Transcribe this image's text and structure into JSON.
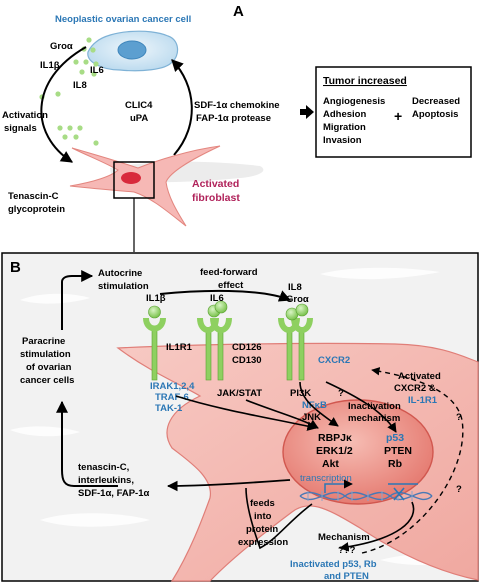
{
  "panel_a": {
    "label": "A",
    "cancer_cell": "Neoplastic ovarian cancer cell",
    "cytokines": [
      "Groα",
      "IL1β",
      "IL6",
      "IL8"
    ],
    "activation": [
      "Activation",
      "signals"
    ],
    "tenascin": [
      "Tenascin-C",
      "glycoprotein"
    ],
    "fibroblast": [
      "Activated",
      "fibroblast"
    ],
    "clic4": [
      "CLIC4",
      "uPA"
    ],
    "secreted": [
      "SDF-1α chemokine",
      "FAP-1α protease"
    ],
    "box": {
      "title": "Tumor increased",
      "left_items": [
        "Angiogenesis",
        "Adhesion",
        "Migration",
        "Invasion"
      ],
      "plus": "+",
      "right_items": [
        "Decreased",
        "Apoptosis"
      ]
    }
  },
  "panel_b": {
    "label": "B",
    "autocrine": [
      "Autocrine",
      "stimulation"
    ],
    "feedforward": [
      "feed-forward",
      "effect"
    ],
    "paracrine": [
      "Paracrine",
      "stimulation",
      "of ovarian",
      "cancer cells"
    ],
    "il1b": "IL1β",
    "il6": "IL6",
    "il8": [
      "IL8",
      "Groα"
    ],
    "il1r1": "IL1R1",
    "cd": [
      "CD126",
      "CD130"
    ],
    "cxcr2": "CXCR2",
    "irak": [
      "IRAK1,2,4",
      "TRAF-6",
      "TAK-1"
    ],
    "jakstat": "JAK/STAT",
    "pi3k": "PI3K",
    "nfkb": "NFκB",
    "jnk": "JNK",
    "question": "?",
    "inactivation": [
      "Inactivation",
      "mechanism"
    ],
    "activated_cxcr2": [
      "Activated",
      "CXCR2 &"
    ],
    "il1r1_blue": "IL-1R1",
    "nucleus_left": [
      "RBPJκ",
      "ERK1/2",
      "Akt"
    ],
    "p53": "p53",
    "nucleus_right": [
      "PTEN",
      "Rb"
    ],
    "transcription": "transcription",
    "secretes": [
      "tenascin-C,",
      "interleukins,",
      "SDF-1α, FAP-1α"
    ],
    "feeds": [
      "feeds",
      "into",
      "protein",
      "expression"
    ],
    "mechanism": [
      "Mechanism",
      "???"
    ],
    "inactivated": [
      "Inactivated p53, Rb",
      "and PTEN"
    ]
  },
  "colors": {
    "blue_text": "#2b77b5",
    "magenta_text": "#b0225a",
    "fibroblast_pink": "#f6b8b5",
    "receptor_green": "#8ed060",
    "cytokine_dots": "#a8dc86"
  }
}
